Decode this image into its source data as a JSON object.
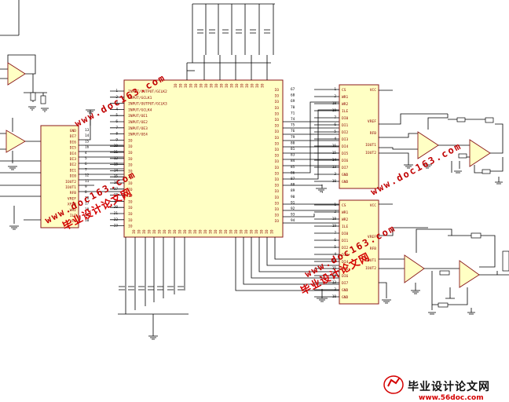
{
  "left_chip": {
    "pins": [
      "GND",
      "DI7",
      "DI6",
      "DI5",
      "DI4",
      "DI3",
      "DI2",
      "DI1",
      "DI0",
      "IOUT2",
      "IOUT1",
      "RFB",
      "VREF",
      "XFER",
      "WR2",
      "ILE",
      "VCC"
    ],
    "pin_numbers": [
      "13",
      "14",
      "15",
      "16",
      "4",
      "5",
      "6",
      "7",
      "12",
      "11",
      "9",
      "8",
      "20",
      "17",
      "18",
      "19",
      "10"
    ]
  },
  "center_chip": {
    "left_pins": [
      "INPUT/OUTPUT/GCLK2",
      "INPUT/GCLK1",
      "INPUT/OUTPUT/GCLK3",
      "INPUT/GCLK4",
      "INPUT/OE1",
      "INPUT/OE2",
      "INPUT/OE3",
      "INPUT/OE4",
      "IO",
      "IO",
      "IO",
      "IO",
      "IO",
      "IO",
      "IO",
      "IO",
      "IO",
      "IO",
      "IO",
      "IO",
      "IO",
      "IO",
      "IO"
    ],
    "right_pins": [
      "IO",
      "IO",
      "IO",
      "IO",
      "IO",
      "IO",
      "IO",
      "IO",
      "IO",
      "IO",
      "IO",
      "IO",
      "IO",
      "IO",
      "IO",
      "IO",
      "IO",
      "IO",
      "IO",
      "IO",
      "IO",
      "IO",
      "IO"
    ],
    "right_numbers": [
      "67",
      "68",
      "69",
      "70",
      "71",
      "74",
      "75",
      "76",
      "79",
      "80",
      "81",
      "83",
      "84",
      "85",
      "86",
      "87",
      "88",
      "89",
      "90",
      "91",
      "92",
      "93",
      "94"
    ]
  },
  "dac_top": {
    "pins": [
      "CS",
      "WR1",
      "WR2",
      "ILE",
      "DI0",
      "DI1",
      "DI2",
      "DI3",
      "DI4",
      "DI5",
      "DI6",
      "DI7",
      "GND",
      "GND"
    ],
    "right_pins": [
      "VCC",
      "VREF",
      "RFB",
      "IOUT1",
      "IOUT2"
    ],
    "numbers": [
      "1",
      "2",
      "18",
      "19",
      "7",
      "6",
      "5",
      "4",
      "16",
      "15",
      "14",
      "13",
      "3",
      "10"
    ]
  },
  "dac_bottom": {
    "pins": [
      "CS",
      "WR1",
      "WR2",
      "ILE",
      "DI0",
      "DI1",
      "DI2",
      "DI3",
      "DI4",
      "DI5",
      "DI6",
      "DI7",
      "GND",
      "GND"
    ],
    "right_pins": [
      "VCC",
      "VREF",
      "RFB",
      "IOUT1",
      "IOUT2"
    ],
    "numbers": [
      "1",
      "2",
      "18",
      "19",
      "7",
      "6",
      "5",
      "4",
      "16",
      "15",
      "14",
      "13",
      "3",
      "10"
    ]
  },
  "watermarks": [
    {
      "url": "www.doc163.com",
      "label": "毕业设计论文网"
    },
    {
      "url": "www.doc163.com",
      "label": "毕业设计论文网"
    },
    {
      "url": "www.doc163.com",
      "label": "毕业设计论文网"
    }
  ],
  "logo": {
    "title": "毕业设计论文网",
    "url": "www.56doc.com"
  },
  "colors": {
    "chip_fill": "#ffffc4",
    "chip_border": "#8b1a1a",
    "wire": "#000000",
    "watermark": "#d40000"
  }
}
